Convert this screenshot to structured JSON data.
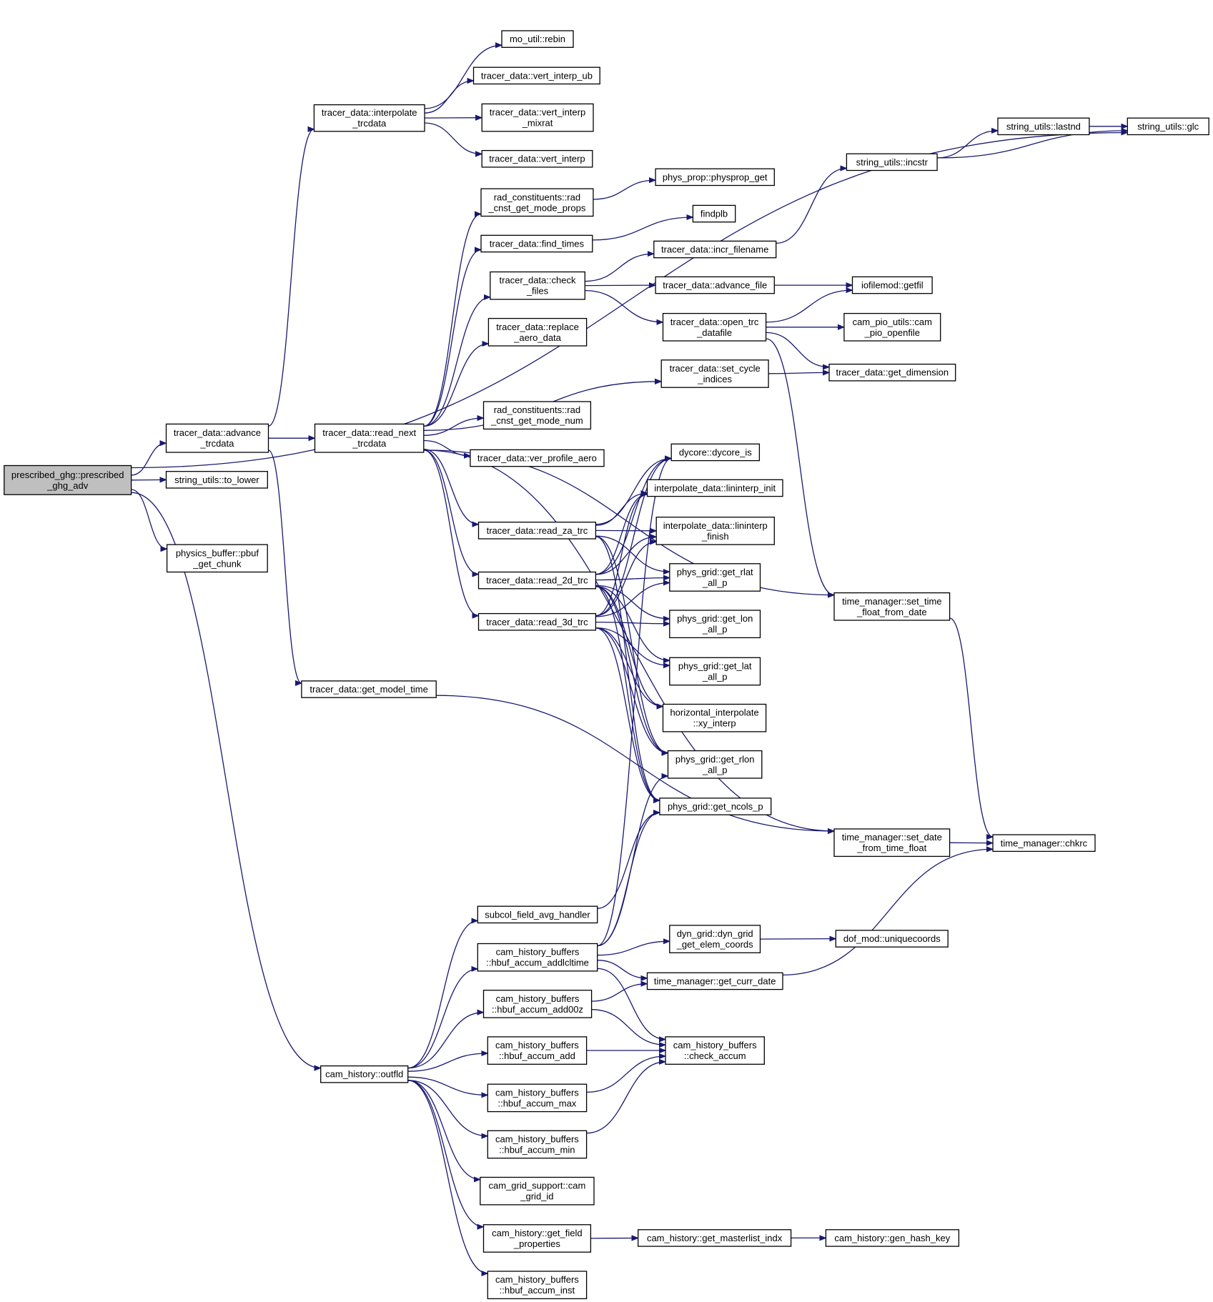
{
  "colors": {
    "edge": "#191970",
    "root_fill": "#bfbfbf",
    "node_fill": "#ffffff",
    "node_border": "#000000"
  },
  "nodes": {
    "n_root": [
      "prescribed_ghg::prescribed",
      "_ghg_adv"
    ],
    "n_adv_trc": [
      "tracer_data::advance",
      "_trcdata"
    ],
    "n_tolower": [
      "string_utils::to_lower"
    ],
    "n_pbuf": [
      "physics_buffer::pbuf",
      "_get_chunk"
    ],
    "n_interp_trc": [
      "tracer_data::interpolate",
      "_trcdata"
    ],
    "n_read_next": [
      "tracer_data::read_next",
      "_trcdata"
    ],
    "n_model_time": [
      "tracer_data::get_model_time"
    ],
    "n_outfld": [
      "cam_history::outfld"
    ],
    "n_rebin": [
      "mo_util::rebin"
    ],
    "n_vi_ub": [
      "tracer_data::vert_interp_ub"
    ],
    "n_vi_mix": [
      "tracer_data::vert_interp",
      "_mixrat"
    ],
    "n_vi": [
      "tracer_data::vert_interp"
    ],
    "n_rad_props": [
      "rad_constituents::rad",
      "_cnst_get_mode_props"
    ],
    "n_find_times": [
      "tracer_data::find_times"
    ],
    "n_check_files": [
      "tracer_data::check",
      "_files"
    ],
    "n_replace": [
      "tracer_data::replace",
      "_aero_data"
    ],
    "n_rad_num": [
      "rad_constituents::rad",
      "_cnst_get_mode_num"
    ],
    "n_ver_prof": [
      "tracer_data::ver_profile_aero"
    ],
    "n_read_za": [
      "tracer_data::read_za_trc"
    ],
    "n_read_2d": [
      "tracer_data::read_2d_trc"
    ],
    "n_read_3d": [
      "tracer_data::read_3d_trc"
    ],
    "n_subcol": [
      "subcol_field_avg_handler"
    ],
    "n_hb_lcl": [
      "cam_history_buffers",
      "::hbuf_accum_addlcltime"
    ],
    "n_hb_00z": [
      "cam_history_buffers",
      "::hbuf_accum_add00z"
    ],
    "n_hb_add": [
      "cam_history_buffers",
      "::hbuf_accum_add"
    ],
    "n_hb_max": [
      "cam_history_buffers",
      "::hbuf_accum_max"
    ],
    "n_hb_min": [
      "cam_history_buffers",
      "::hbuf_accum_min"
    ],
    "n_grid_id": [
      "cam_grid_support::cam",
      "_grid_id"
    ],
    "n_fprops": [
      "cam_history::get_field",
      "_properties"
    ],
    "n_hb_inst": [
      "cam_history_buffers",
      "::hbuf_accum_inst"
    ],
    "n_physprop": [
      "phys_prop::physprop_get"
    ],
    "n_findplb": [
      "findplb"
    ],
    "n_incr_fn": [
      "tracer_data::incr_filename"
    ],
    "n_adv_file": [
      "tracer_data::advance_file"
    ],
    "n_open_trc": [
      "tracer_data::open_trc",
      "_datafile"
    ],
    "n_set_cycle": [
      "tracer_data::set_cycle",
      "_indices"
    ],
    "n_dycore": [
      "dycore::dycore_is"
    ],
    "n_lin_init": [
      "interpolate_data::lininterp_init"
    ],
    "n_lin_fin": [
      "interpolate_data::lininterp",
      "_finish"
    ],
    "n_rlat": [
      "phys_grid::get_rlat",
      "_all_p"
    ],
    "n_lon": [
      "phys_grid::get_lon",
      "_all_p"
    ],
    "n_lat": [
      "phys_grid::get_lat",
      "_all_p"
    ],
    "n_xy": [
      "horizontal_interpolate",
      "::xy_interp"
    ],
    "n_rlon": [
      "phys_grid::get_rlon",
      "_all_p"
    ],
    "n_ncols": [
      "phys_grid::get_ncols_p"
    ],
    "n_dyn_elem": [
      "dyn_grid::dyn_grid",
      "_get_elem_coords"
    ],
    "n_curr_date": [
      "time_manager::get_curr_date"
    ],
    "n_check_acc": [
      "cam_history_buffers",
      "::check_accum"
    ],
    "n_masterlist": [
      "cam_history::get_masterlist_indx"
    ],
    "n_incstr": [
      "string_utils::incstr"
    ],
    "n_getfil": [
      "iofilemod::getfil"
    ],
    "n_pio": [
      "cam_pio_utils::cam",
      "_pio_openfile"
    ],
    "n_get_dim": [
      "tracer_data::get_dimension"
    ],
    "n_set_time": [
      "time_manager::set_time",
      "_float_from_date"
    ],
    "n_set_date": [
      "time_manager::set_date",
      "_from_time_float"
    ],
    "n_unique": [
      "dof_mod::uniquecoords"
    ],
    "n_hash": [
      "cam_history::gen_hash_key"
    ],
    "n_lastnd": [
      "string_utils::lastnd"
    ],
    "n_glc": [
      "string_utils::glc"
    ],
    "n_chkrc": [
      "time_manager::chkrc"
    ]
  },
  "edges": [
    [
      "n_root",
      "n_glc"
    ],
    [
      "n_root",
      "n_adv_trc"
    ],
    [
      "n_root",
      "n_tolower"
    ],
    [
      "n_root",
      "n_pbuf"
    ],
    [
      "n_root",
      "n_outfld"
    ],
    [
      "n_adv_trc",
      "n_interp_trc"
    ],
    [
      "n_adv_trc",
      "n_read_next"
    ],
    [
      "n_adv_trc",
      "n_model_time"
    ],
    [
      "n_interp_trc",
      "n_rebin"
    ],
    [
      "n_interp_trc",
      "n_vi_ub"
    ],
    [
      "n_interp_trc",
      "n_vi_mix"
    ],
    [
      "n_interp_trc",
      "n_vi"
    ],
    [
      "n_read_next",
      "n_rad_props"
    ],
    [
      "n_read_next",
      "n_find_times"
    ],
    [
      "n_read_next",
      "n_check_files"
    ],
    [
      "n_read_next",
      "n_replace"
    ],
    [
      "n_read_next",
      "n_set_cycle"
    ],
    [
      "n_read_next",
      "n_rad_num"
    ],
    [
      "n_read_next",
      "n_ver_prof"
    ],
    [
      "n_read_next",
      "n_set_time"
    ],
    [
      "n_read_next",
      "n_read_za"
    ],
    [
      "n_read_next",
      "n_read_2d"
    ],
    [
      "n_read_next",
      "n_read_3d"
    ],
    [
      "n_read_next",
      "n_set_date"
    ],
    [
      "n_model_time",
      "n_set_date"
    ],
    [
      "n_rad_props",
      "n_physprop"
    ],
    [
      "n_find_times",
      "n_findplb"
    ],
    [
      "n_check_files",
      "n_incr_fn"
    ],
    [
      "n_check_files",
      "n_adv_file"
    ],
    [
      "n_check_files",
      "n_open_trc"
    ],
    [
      "n_incr_fn",
      "n_incstr"
    ],
    [
      "n_adv_file",
      "n_getfil"
    ],
    [
      "n_open_trc",
      "n_getfil"
    ],
    [
      "n_open_trc",
      "n_pio"
    ],
    [
      "n_open_trc",
      "n_get_dim"
    ],
    [
      "n_open_trc",
      "n_set_time"
    ],
    [
      "n_set_cycle",
      "n_get_dim"
    ],
    [
      "n_read_za",
      "n_dycore"
    ],
    [
      "n_read_za",
      "n_lin_init"
    ],
    [
      "n_read_za",
      "n_lin_fin"
    ],
    [
      "n_read_za",
      "n_rlat"
    ],
    [
      "n_read_za",
      "n_rlon"
    ],
    [
      "n_read_za",
      "n_ncols"
    ],
    [
      "n_read_2d",
      "n_dycore"
    ],
    [
      "n_read_2d",
      "n_lin_init"
    ],
    [
      "n_read_2d",
      "n_lin_fin"
    ],
    [
      "n_read_2d",
      "n_rlat"
    ],
    [
      "n_read_2d",
      "n_lon"
    ],
    [
      "n_read_2d",
      "n_lat"
    ],
    [
      "n_read_2d",
      "n_xy"
    ],
    [
      "n_read_2d",
      "n_rlon"
    ],
    [
      "n_read_2d",
      "n_ncols"
    ],
    [
      "n_read_3d",
      "n_dycore"
    ],
    [
      "n_read_3d",
      "n_lin_init"
    ],
    [
      "n_read_3d",
      "n_lin_fin"
    ],
    [
      "n_read_3d",
      "n_rlat"
    ],
    [
      "n_read_3d",
      "n_lon"
    ],
    [
      "n_read_3d",
      "n_lat"
    ],
    [
      "n_read_3d",
      "n_xy"
    ],
    [
      "n_read_3d",
      "n_rlon"
    ],
    [
      "n_read_3d",
      "n_ncols"
    ],
    [
      "n_outfld",
      "n_subcol"
    ],
    [
      "n_outfld",
      "n_hb_lcl"
    ],
    [
      "n_outfld",
      "n_hb_00z"
    ],
    [
      "n_outfld",
      "n_hb_add"
    ],
    [
      "n_outfld",
      "n_hb_max"
    ],
    [
      "n_outfld",
      "n_hb_min"
    ],
    [
      "n_outfld",
      "n_grid_id"
    ],
    [
      "n_outfld",
      "n_fprops"
    ],
    [
      "n_outfld",
      "n_hb_inst"
    ],
    [
      "n_subcol",
      "n_ncols"
    ],
    [
      "n_hb_lcl",
      "n_dycore"
    ],
    [
      "n_hb_lcl",
      "n_ncols"
    ],
    [
      "n_hb_lcl",
      "n_rlon"
    ],
    [
      "n_hb_lcl",
      "n_dyn_elem"
    ],
    [
      "n_hb_lcl",
      "n_curr_date"
    ],
    [
      "n_hb_lcl",
      "n_check_acc"
    ],
    [
      "n_hb_00z",
      "n_curr_date"
    ],
    [
      "n_hb_00z",
      "n_check_acc"
    ],
    [
      "n_hb_add",
      "n_check_acc"
    ],
    [
      "n_hb_max",
      "n_check_acc"
    ],
    [
      "n_hb_min",
      "n_check_acc"
    ],
    [
      "n_fprops",
      "n_masterlist"
    ],
    [
      "n_masterlist",
      "n_hash"
    ],
    [
      "n_dyn_elem",
      "n_unique"
    ],
    [
      "n_curr_date",
      "n_chkrc"
    ],
    [
      "n_incstr",
      "n_lastnd"
    ],
    [
      "n_incstr",
      "n_glc"
    ],
    [
      "n_lastnd",
      "n_glc"
    ],
    [
      "n_set_time",
      "n_chkrc"
    ],
    [
      "n_set_date",
      "n_chkrc"
    ]
  ]
}
